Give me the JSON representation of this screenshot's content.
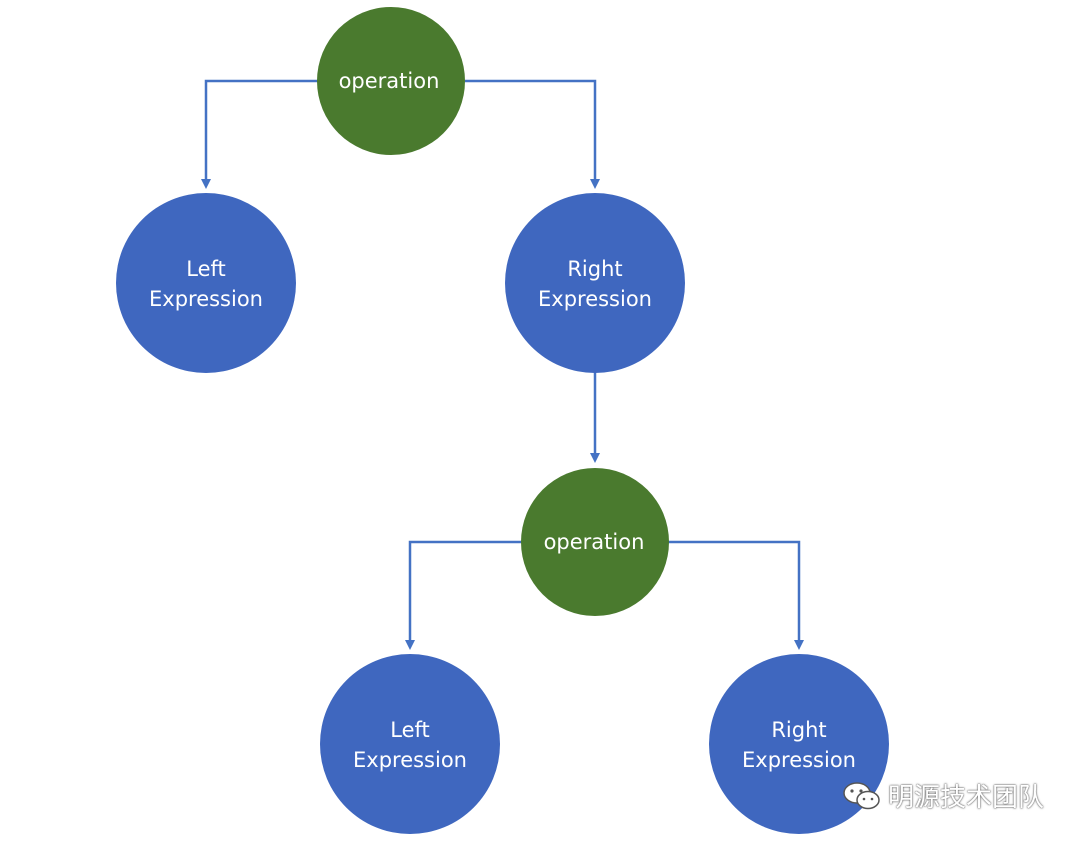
{
  "colors": {
    "operation_fill": "#4a7a2e",
    "expression_fill": "#3f67bf",
    "connector": "#4472c4"
  },
  "nodes": {
    "top_operation": {
      "label": "operation"
    },
    "top_left_expression": {
      "line1": "Left",
      "line2": "Expression"
    },
    "top_right_expression": {
      "line1": "Right",
      "line2": "Expression"
    },
    "nested_operation": {
      "label": "operation"
    },
    "bottom_left_expression": {
      "line1": "Left",
      "line2": "Expression"
    },
    "bottom_right_expression": {
      "line1": "Right",
      "line2": "Expression"
    }
  },
  "watermark": {
    "icon": "wechat-icon",
    "text": "明源技术团队"
  }
}
